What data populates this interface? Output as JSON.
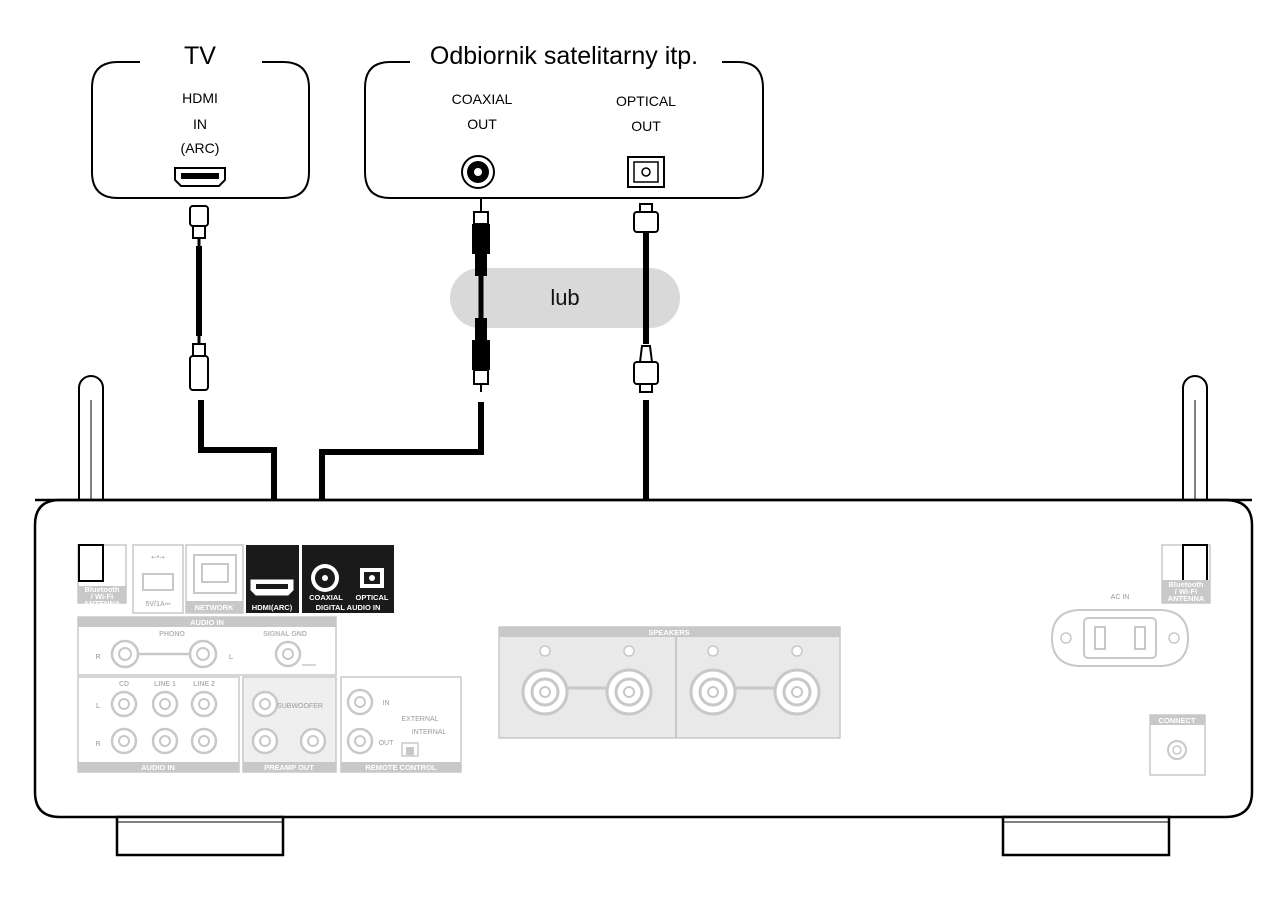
{
  "tv": {
    "title": "TV",
    "port_label_lines": [
      "HDMI",
      "IN",
      "(ARC)"
    ]
  },
  "satellite": {
    "title": "Odbiornik satelitarny itp.",
    "coaxial_lines": [
      "COAXIAL",
      "OUT"
    ],
    "optical_lines": [
      "OPTICAL",
      "OUT"
    ]
  },
  "or_label": "lub",
  "amp": {
    "antenna_left_lines": [
      "Bluetooth",
      "/ Wi-Fi",
      "ANTENNA"
    ],
    "antenna_right_lines": [
      "Bluetooth",
      "/ Wi-Fi",
      "ANTENNA"
    ],
    "usb_label": "5V/1A⎓",
    "network_label": "NETWORK",
    "hdmi_label": "HDMI(ARC)",
    "coaxial_label": "COAXIAL",
    "optical_label": "OPTICAL",
    "digital_audio_in_label": "DIGITAL AUDIO IN",
    "audio_in_top_label": "AUDIO IN",
    "phono_label": "PHONO",
    "signal_gnd_label": "SIGNAL GND",
    "r_label": "R",
    "l_label": "L",
    "cd_label": "CD",
    "line1_label": "LINE 1",
    "line2_label": "LINE 2",
    "audio_in_bottom_label": "AUDIO IN",
    "subwoofer_label": "SUBWOOFER",
    "preamp_out_label": "PREAMP OUT",
    "in_label": "IN",
    "out_label": "OUT",
    "external_label": "EXTERNAL",
    "internal_label": "INTERNAL",
    "remote_control_label": "REMOTE CONTROL",
    "speakers_label": "SPEAKERS",
    "ac_in_label": "AC IN",
    "connect_label": "CONNECT"
  },
  "colors": {
    "line": "#000000",
    "panel_dark": "#1a1a1a",
    "panel_grey": "#c8c8c8",
    "or_bubble": "#d9d9d9"
  }
}
